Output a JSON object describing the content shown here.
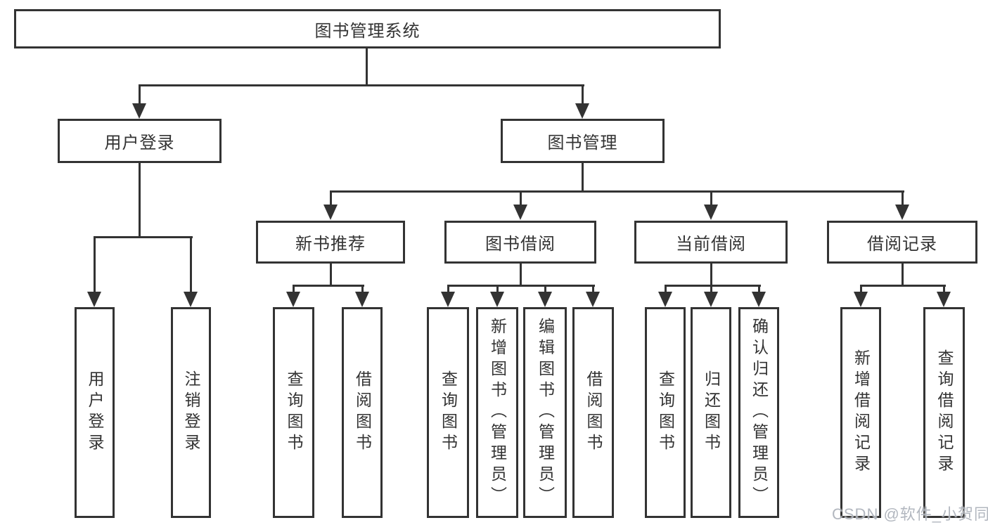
{
  "tree": {
    "label": "图书管理系统",
    "children": [
      {
        "label": "用户登录",
        "children": [
          {
            "label": "用户登录"
          },
          {
            "label": "注销登录"
          }
        ]
      },
      {
        "label": "图书管理",
        "children": [
          {
            "label": "新书推荐",
            "children": [
              {
                "label": "查询图书"
              },
              {
                "label": "借阅图书"
              }
            ]
          },
          {
            "label": "图书借阅",
            "children": [
              {
                "label": "查询图书"
              },
              {
                "label": "新增图书（管理员）"
              },
              {
                "label": "编辑图书（管理员）"
              },
              {
                "label": "借阅图书"
              }
            ]
          },
          {
            "label": "当前借阅",
            "children": [
              {
                "label": "查询图书"
              },
              {
                "label": "归还图书"
              },
              {
                "label": "确认归还（管理员）"
              }
            ]
          },
          {
            "label": "借阅记录",
            "children": [
              {
                "label": "新增借阅记录"
              },
              {
                "label": "查询借阅记录"
              }
            ]
          }
        ]
      }
    ]
  },
  "watermark": {
    "text": "CSDN @软件_小贺同学"
  },
  "colors": {
    "line": "#333333",
    "text": "#333333",
    "background": "#ffffff",
    "watermark": "#a5aab4"
  }
}
